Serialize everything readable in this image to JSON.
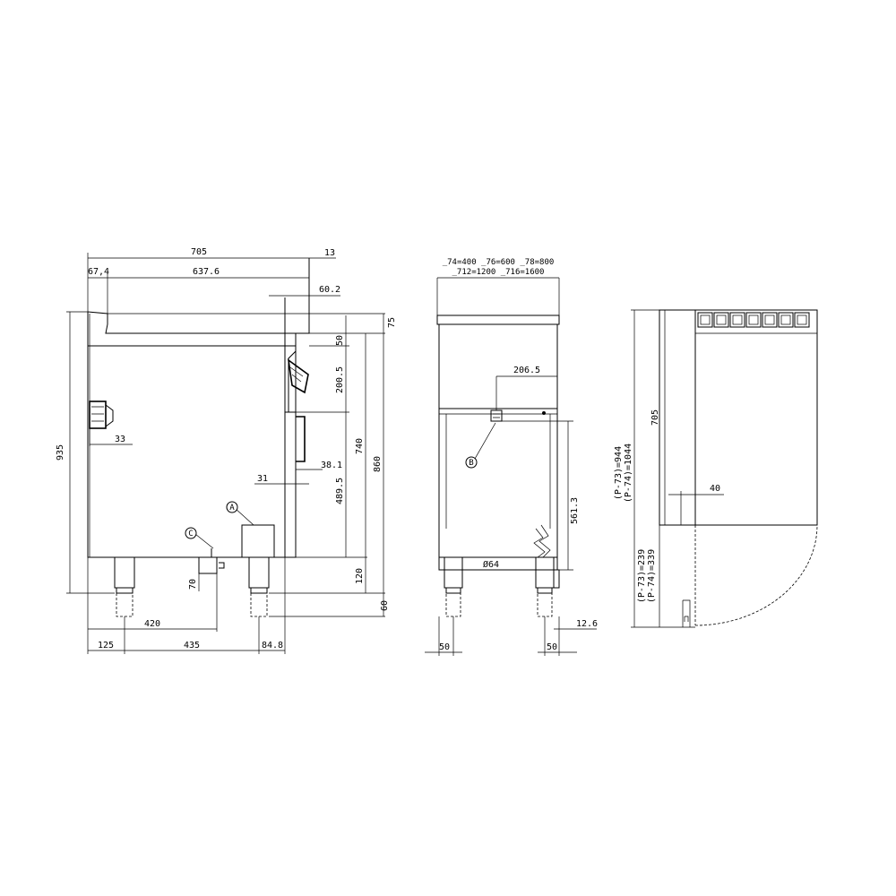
{
  "colors": {
    "line": "#000000",
    "background": "#ffffff"
  },
  "side_view": {
    "dims": {
      "overall_width": "705",
      "lip": "13",
      "left_offset": "67,4",
      "top_width": "637.6",
      "panel": "60.2",
      "top_gap": "75",
      "top_band": "50",
      "control_height": "200.5",
      "body_height": "740",
      "total_height": "860",
      "overall_height": "935",
      "left_knob": "33",
      "handle": "38.1",
      "door_gap": "31",
      "door_height": "489.5",
      "leg_height": "120",
      "base": "60",
      "drain_height": "70",
      "drain_offset": "420",
      "foot_left": "125",
      "foot_span": "435",
      "foot_right": "84.8"
    },
    "callouts": {
      "a": "A",
      "c": "C"
    }
  },
  "front_view": {
    "model_line_1": "_74=400  _76=600  _78=800",
    "model_line_2": "_712=1200  _716=1600",
    "dims": {
      "connection": "206.5",
      "side_height": "561.3",
      "leg_diameter": "Ø64",
      "foot_left": "50",
      "foot_right": "50",
      "side_offset": "12.6"
    },
    "callouts": {
      "b": "B"
    }
  },
  "top_view": {
    "dims": {
      "depth": "705",
      "h944": "(P-73)=944",
      "h1044": "(P-74)=1044",
      "h239": "(P-73)=239",
      "h339": "(P-74)=339",
      "offset": "40"
    }
  }
}
